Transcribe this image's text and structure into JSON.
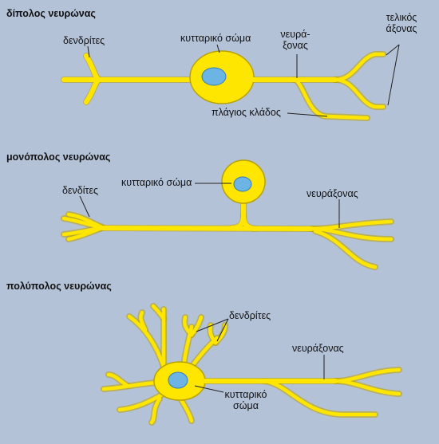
{
  "sections": {
    "bipolar": {
      "title": "δίπολος νευρώνας",
      "dendrites": "δενδρίτες",
      "cell_body": "κυτταρικό σώμα",
      "axon_line1": "νευρά-",
      "axon_line2": "ξονας",
      "terminal_line1": "τελικός",
      "terminal_line2": "άξονας",
      "collateral": "πλάγιος κλάδος"
    },
    "unipolar": {
      "title": "μονόπολος νευρώνας",
      "dendrites": "δενδίτες",
      "cell_body": "κυτταρικό σώμα",
      "axon": "νευράξονας"
    },
    "multipolar": {
      "title": "πολύπολος νευρώνας",
      "dendrites": "δενδρίτες",
      "axon": "νευράξονας",
      "cell_body_line1": "κυτταρικό",
      "cell_body_line2": "σώμα"
    }
  },
  "colors": {
    "background": "#b4c2d8",
    "neuron": "#ffe600",
    "nucleus": "#6cb4e4"
  }
}
